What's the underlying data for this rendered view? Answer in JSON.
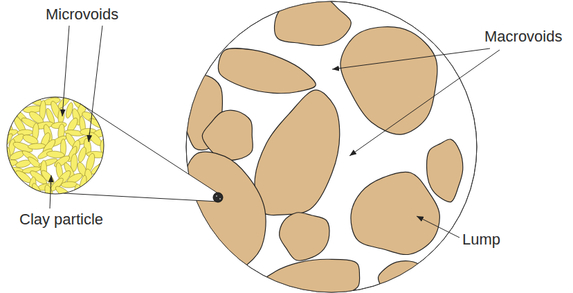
{
  "diagram": {
    "labels": [
      "Microvoids",
      "Macrovoids",
      "Clay particle",
      "Lump"
    ]
  }
}
